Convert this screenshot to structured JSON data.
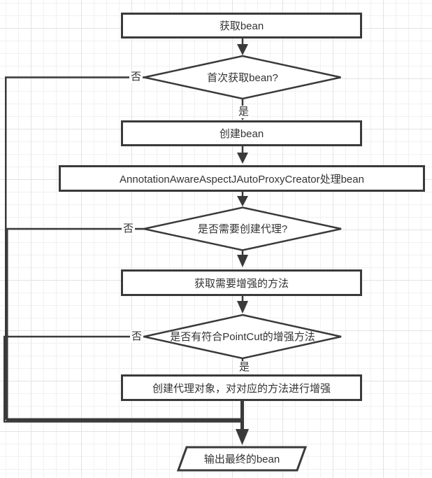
{
  "style": {
    "stroke_color": "#3a3a3a",
    "text_color": "#333333",
    "node_fill": "#ffffff",
    "grid_minor": "#f1f1f1",
    "grid_major": "#e3e3e3"
  },
  "nodes": [
    {
      "id": "get-bean",
      "type": "process",
      "label": "获取bean"
    },
    {
      "id": "first-get-bean",
      "type": "decision",
      "label": "首次获取bean?"
    },
    {
      "id": "create-bean",
      "type": "process",
      "label": "创建bean"
    },
    {
      "id": "proxy-creator",
      "type": "process",
      "label": "AnnotationAwareAspectJAutoProxyCreator处理bean"
    },
    {
      "id": "need-proxy",
      "type": "decision",
      "label": "是否需要创建代理?"
    },
    {
      "id": "get-enhance-methods",
      "type": "process",
      "label": "获取需要增强的方法"
    },
    {
      "id": "pointcut-match",
      "type": "decision",
      "label": "是否有符合PointCut的增强方法"
    },
    {
      "id": "create-proxy-object",
      "type": "process",
      "label": "创建代理对象，对对应的方法进行增强"
    },
    {
      "id": "output-bean",
      "type": "io",
      "label": "输出最终的bean"
    }
  ],
  "edge_labels": {
    "yes": "是",
    "no": "否"
  },
  "edges": [
    {
      "from": "获取bean",
      "to": "首次获取bean?",
      "label": ""
    },
    {
      "from": "首次获取bean?",
      "to": "创建bean",
      "label": "是"
    },
    {
      "from": "首次获取bean?",
      "to": "输出最终的bean",
      "label": "否"
    },
    {
      "from": "创建bean",
      "to": "AnnotationAwareAspectJAutoProxyCreator处理bean",
      "label": ""
    },
    {
      "from": "AnnotationAwareAspectJAutoProxyCreator处理bean",
      "to": "是否需要创建代理?",
      "label": ""
    },
    {
      "from": "是否需要创建代理?",
      "to": "获取需要增强的方法",
      "label": ""
    },
    {
      "from": "是否需要创建代理?",
      "to": "输出最终的bean",
      "label": "否"
    },
    {
      "from": "获取需要增强的方法",
      "to": "是否有符合PointCut的增强方法",
      "label": ""
    },
    {
      "from": "是否有符合PointCut的增强方法",
      "to": "创建代理对象，对对应的方法进行增强",
      "label": "是"
    },
    {
      "from": "是否有符合PointCut的增强方法",
      "to": "输出最终的bean",
      "label": "否"
    },
    {
      "from": "创建代理对象，对对应的方法进行增强",
      "to": "输出最终的bean",
      "label": ""
    }
  ]
}
